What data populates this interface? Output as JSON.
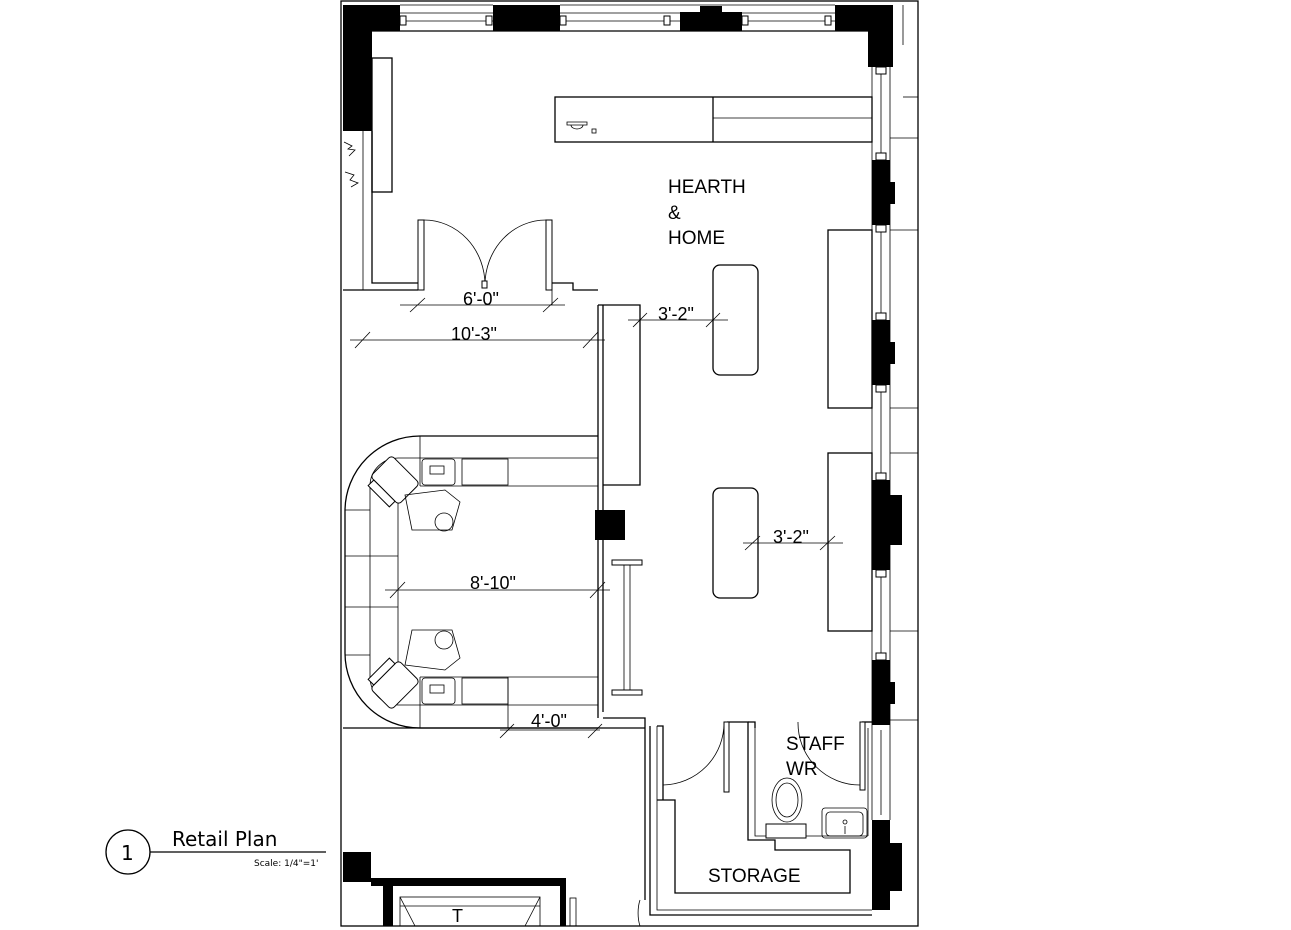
{
  "title_block": {
    "number": "1",
    "title": "Retail Plan",
    "scale": "Scale: 1/4\"=1'"
  },
  "rooms": {
    "main": [
      "HEARTH",
      "&",
      "HOME"
    ],
    "staff_wr": [
      "STAFF",
      "WR"
    ],
    "storage": "STORAGE"
  },
  "dimensions": {
    "door_width": "6'-0\"",
    "hall_width": "10'-3\"",
    "aisle_top": "3'-2\"",
    "aisle_mid": "3'-2\"",
    "station_span": "8'-10\"",
    "station_gap": "4'-0\""
  },
  "stair_mark": "T"
}
